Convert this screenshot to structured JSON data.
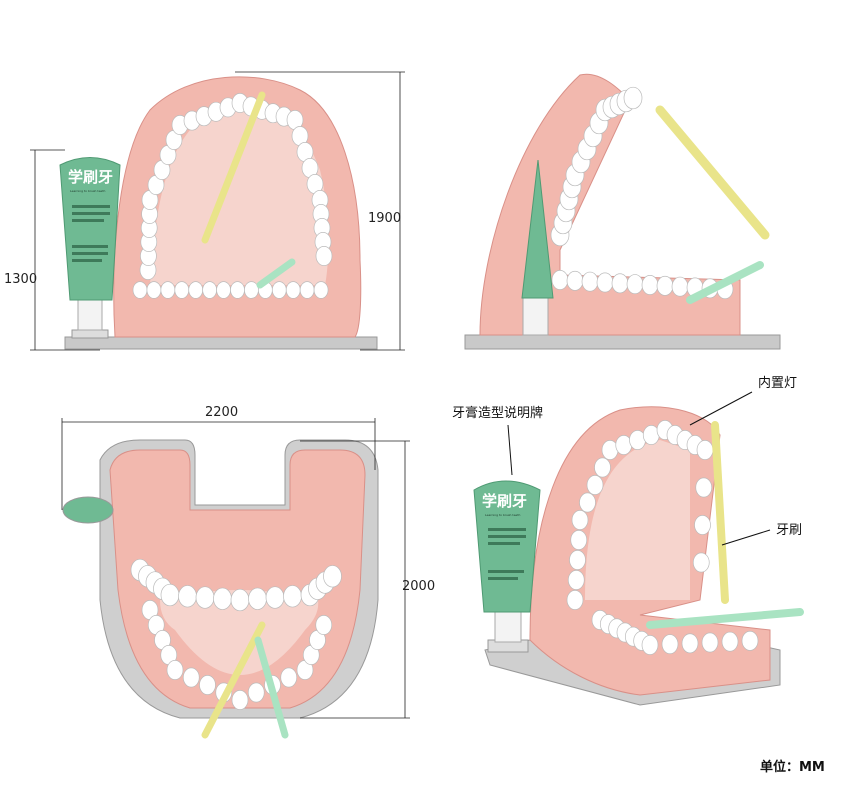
{
  "dimensions": {
    "front_tube_height": "1300",
    "front_total_height": "1900",
    "top_width": "2200",
    "top_depth": "2000"
  },
  "callouts": {
    "light": "内置灯",
    "toothpaste_sign": "牙膏造型说明牌",
    "toothbrush": "牙刷"
  },
  "tube": {
    "title": "学刷牙",
    "subtitle": "Learning to brush teeth"
  },
  "unit_label": "单位：MM",
  "colors": {
    "gum": "#f2b8ae",
    "gum_dark": "#e79c93",
    "tooth": "#ffffff",
    "tube": "#6fba93",
    "brush_yellow": "#f3ef9a",
    "brush_green": "#a9e3c2",
    "base": "#c9c9c9"
  }
}
